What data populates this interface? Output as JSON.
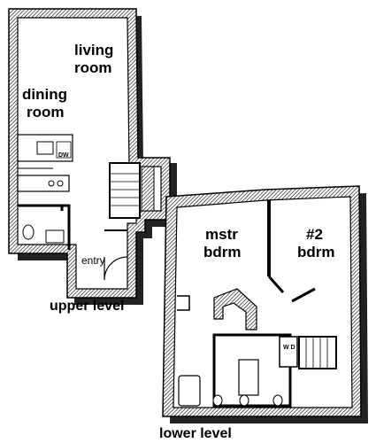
{
  "rooms": {
    "living": {
      "line1": "living",
      "line2": "room"
    },
    "dining": {
      "line1": "dining",
      "line2": "room"
    },
    "master": {
      "line1": "mstr",
      "line2": "bdrm"
    },
    "second": {
      "line1": "#2",
      "line2": "bdrm"
    },
    "entry": "entry"
  },
  "levels": {
    "upper": "upper level",
    "lower": "lower level"
  },
  "fixtures": {
    "dishwasher": "DW",
    "laundry": "W\nD"
  }
}
